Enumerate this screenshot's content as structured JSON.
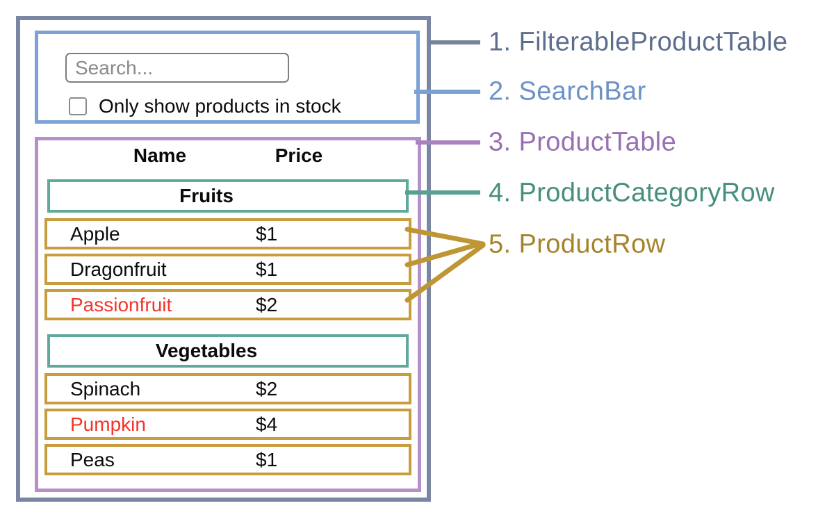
{
  "component_labels": [
    {
      "num": "1.",
      "name": "FilterableProductTable",
      "text_color": "#5d6e8c",
      "line_color": "#77839d"
    },
    {
      "num": "2.",
      "name": "SearchBar",
      "text_color": "#6b92c7",
      "line_color": "#7aa0d4"
    },
    {
      "num": "3.",
      "name": "ProductTable",
      "text_color": "#996fb3",
      "line_color": "#ab82c0"
    },
    {
      "num": "4.",
      "name": "ProductCategoryRow",
      "text_color": "#478e7e",
      "line_color": "#55a292"
    },
    {
      "num": "5.",
      "name": "ProductRow",
      "text_color": "#a5842c",
      "line_color": "#bf9634"
    }
  ],
  "search_bar": {
    "input_placeholder": "Search...",
    "input_value": "",
    "checkbox_label": "Only show products in stock",
    "checkbox_checked": false
  },
  "product_table": {
    "headers": {
      "name": "Name",
      "price": "Price"
    },
    "groups": [
      {
        "category": "Fruits",
        "rows": [
          {
            "name": "Apple",
            "price": "$1",
            "name_color": "#0b0b0b"
          },
          {
            "name": "Dragonfruit",
            "price": "$1",
            "name_color": "#0b0b0b"
          },
          {
            "name": "Passionfruit",
            "price": "$2",
            "name_color": "#f4342a"
          }
        ]
      },
      {
        "category": "Vegetables",
        "rows": [
          {
            "name": "Spinach",
            "price": "$2",
            "name_color": "#0b0b0b"
          },
          {
            "name": "Pumpkin",
            "price": "$4",
            "name_color": "#f4342a"
          },
          {
            "name": "Peas",
            "price": "$1",
            "name_color": "#0b0b0b"
          }
        ]
      }
    ]
  },
  "colors": {
    "outer_border": "#7b87a2",
    "searchbar_border": "#7ba3d8",
    "table_border": "#b691c9",
    "category_border": "#61aa9b",
    "row_border": "#c79d3d",
    "out_of_stock_text": "#f4342a"
  }
}
